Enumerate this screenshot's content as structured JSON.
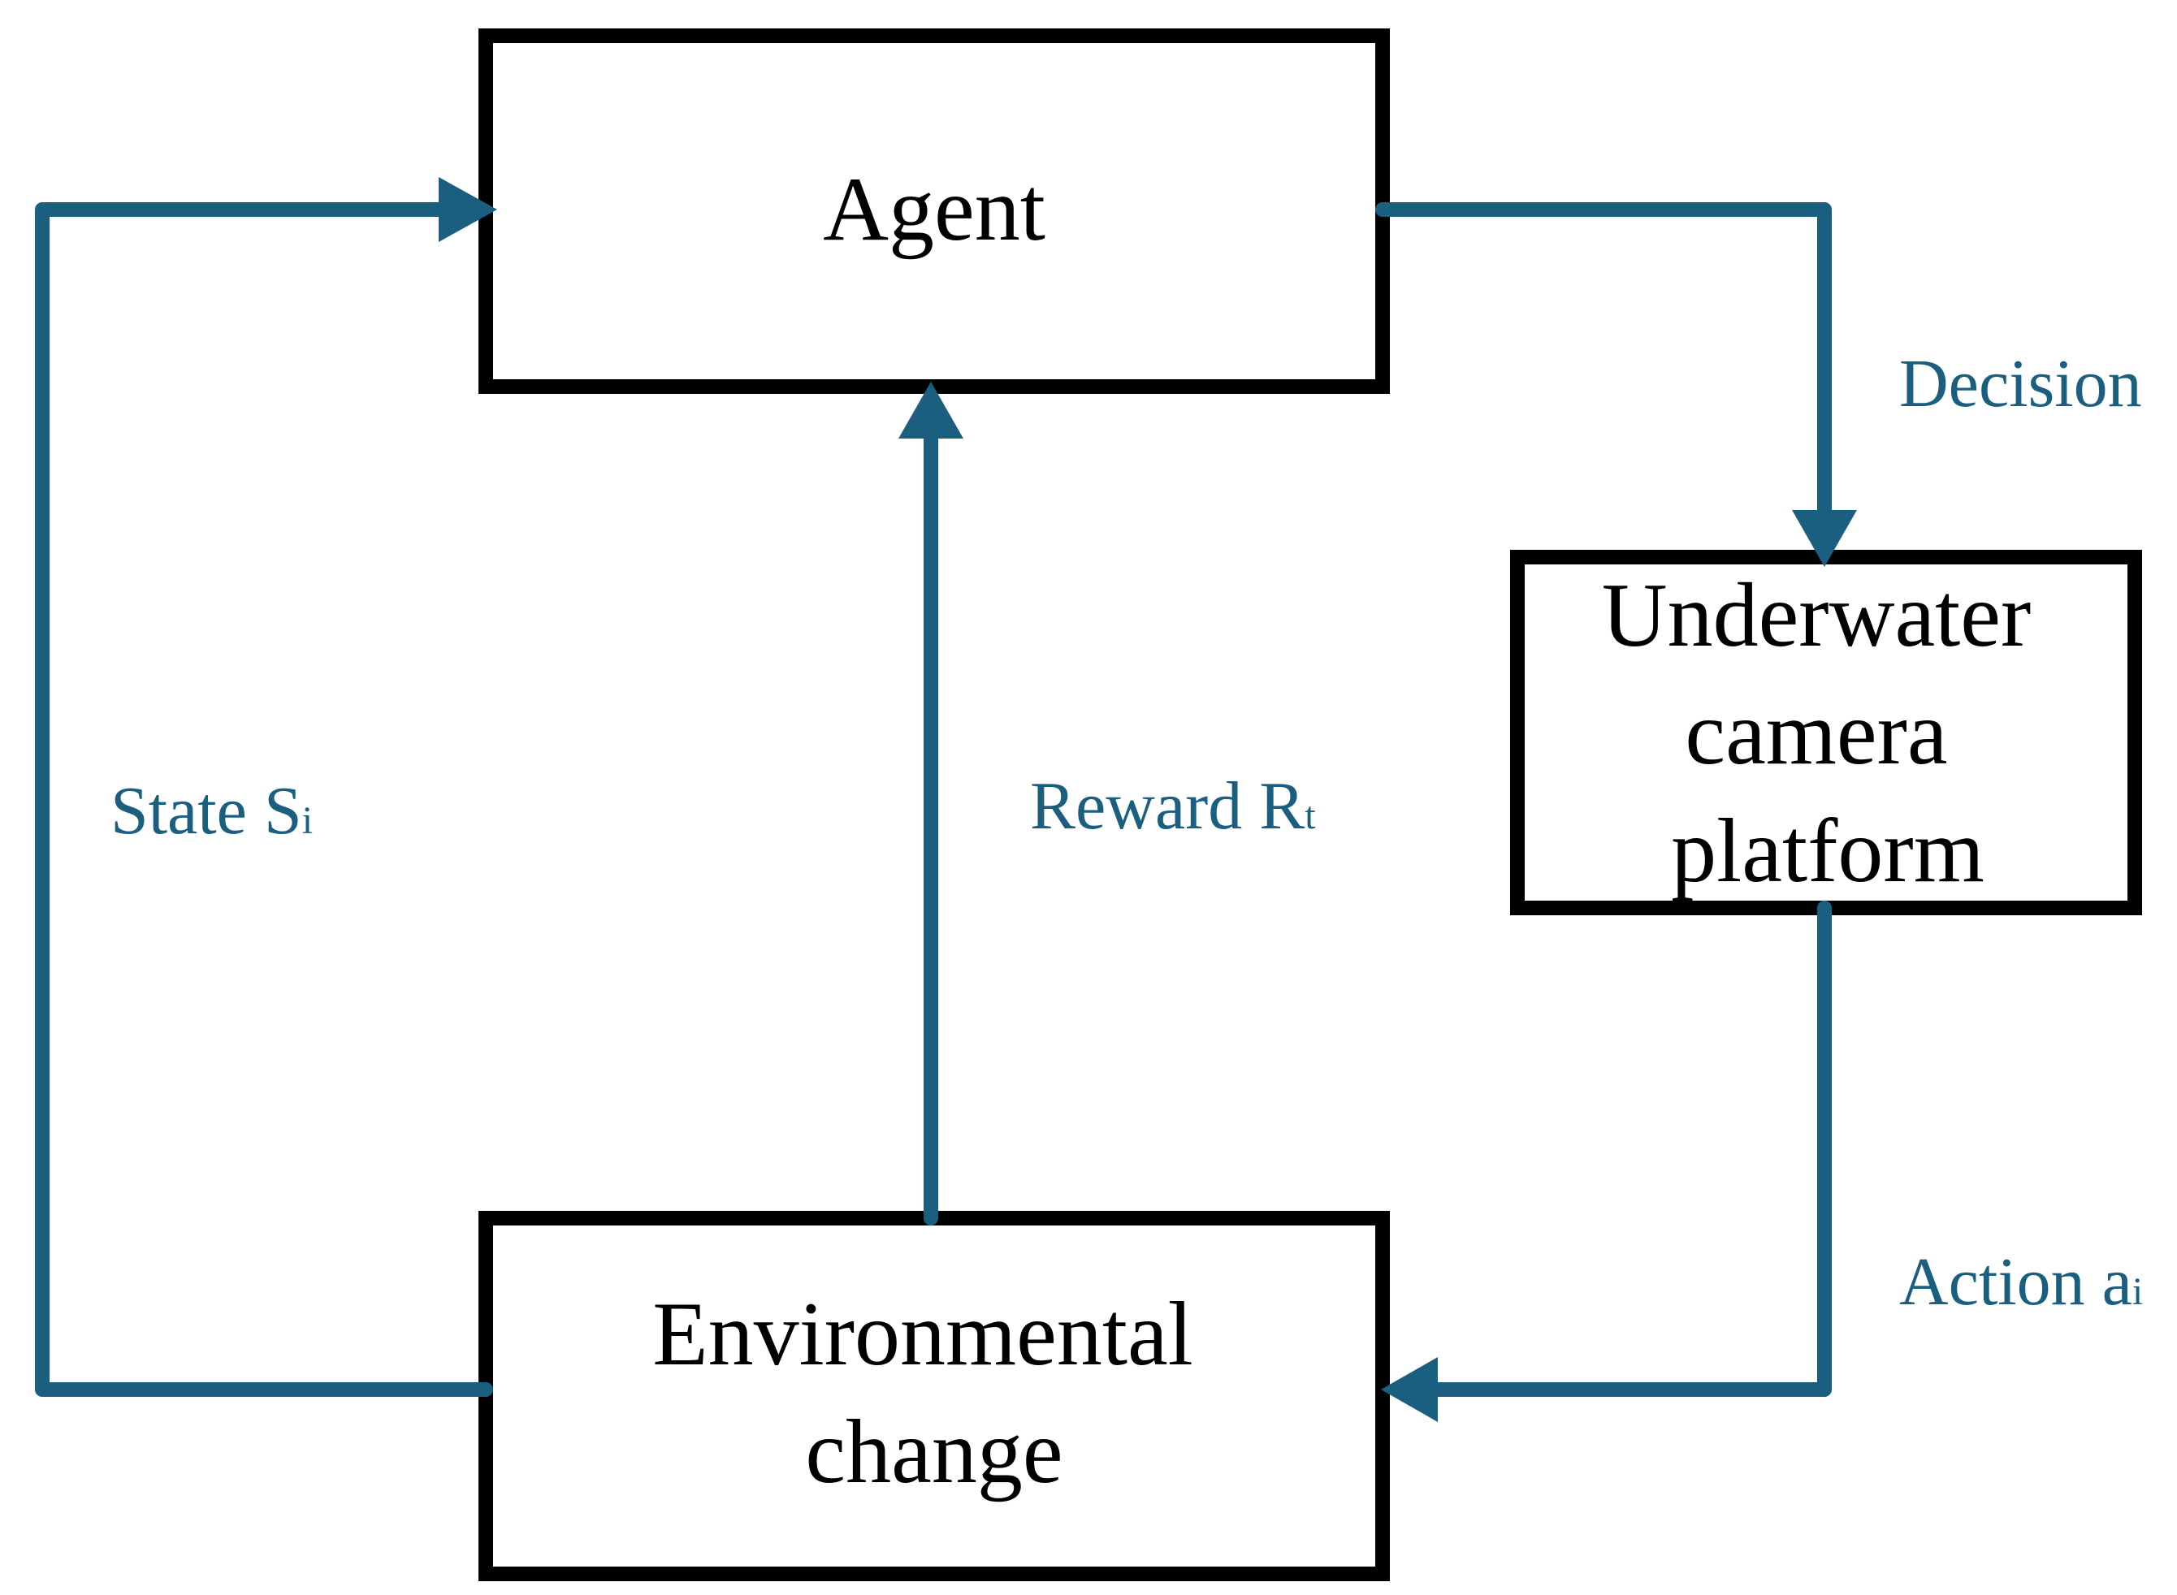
{
  "colors": {
    "arrow": "#1b5f80",
    "box_border": "#000000",
    "box_fill": "#ffffff",
    "text": "#000000"
  },
  "nodes": {
    "agent": {
      "label": "Agent"
    },
    "camera": {
      "line1": "Underwater",
      "line2": "camera",
      "line3": "platform"
    },
    "environment": {
      "line1": "Environmental",
      "line2": "change"
    }
  },
  "edges": {
    "decision": {
      "label": "Decision"
    },
    "action": {
      "label": "Action a",
      "sub": "i"
    },
    "reward": {
      "label": "Reward R",
      "sub": "t"
    },
    "state": {
      "label": "State S",
      "sub": "i"
    }
  }
}
